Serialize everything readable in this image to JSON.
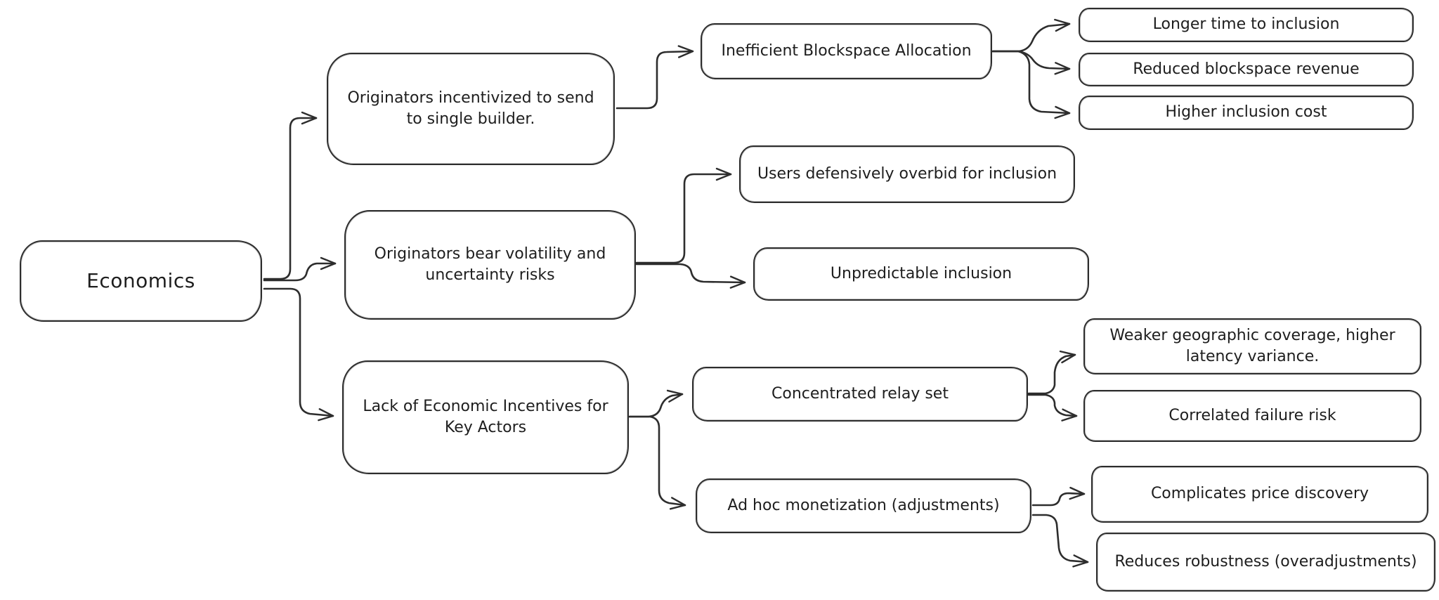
{
  "diagram": {
    "background_color": "#ffffff",
    "stroke_color": "#2d2d2d",
    "text_color": "#1e1e1e",
    "style": "hand-drawn-mindmap",
    "nodes": {
      "root": {
        "label": "Economics"
      },
      "l1_builder": {
        "label": "Originators incentivized to send to single builder."
      },
      "l1_volatility": {
        "label": "Originators bear volatility and uncertainty risks"
      },
      "l1_incentives": {
        "label": "Lack of Economic Incentives for Key Actors"
      },
      "l2_blockspace": {
        "label": "Inefficient Blockspace Allocation"
      },
      "l2_overbid": {
        "label": "Users defensively overbid for inclusion"
      },
      "l2_unpredictable": {
        "label": "Unpredictable inclusion"
      },
      "l2_relay": {
        "label": "Concentrated relay set"
      },
      "l2_adhoc": {
        "label": "Ad hoc monetization (adjustments)"
      },
      "l3_longer_time": {
        "label": "Longer time to inclusion"
      },
      "l3_reduced_revenue": {
        "label": "Reduced blockspace revenue"
      },
      "l3_higher_cost": {
        "label": "Higher inclusion cost"
      },
      "l3_geographic": {
        "label": "Weaker geographic coverage, higher latency variance."
      },
      "l3_correlated": {
        "label": "Correlated failure risk"
      },
      "l3_price_discovery": {
        "label": "Complicates price discovery"
      },
      "l3_robustness": {
        "label": "Reduces robustness (overadjustments)"
      }
    },
    "edges": [
      {
        "from": "root",
        "to": "l1_builder"
      },
      {
        "from": "root",
        "to": "l1_volatility"
      },
      {
        "from": "root",
        "to": "l1_incentives"
      },
      {
        "from": "l1_builder",
        "to": "l2_blockspace"
      },
      {
        "from": "l2_blockspace",
        "to": "l3_longer_time"
      },
      {
        "from": "l2_blockspace",
        "to": "l3_reduced_revenue"
      },
      {
        "from": "l2_blockspace",
        "to": "l3_higher_cost"
      },
      {
        "from": "l1_volatility",
        "to": "l2_overbid"
      },
      {
        "from": "l1_volatility",
        "to": "l2_unpredictable"
      },
      {
        "from": "l1_incentives",
        "to": "l2_relay"
      },
      {
        "from": "l1_incentives",
        "to": "l2_adhoc"
      },
      {
        "from": "l2_relay",
        "to": "l3_geographic"
      },
      {
        "from": "l2_relay",
        "to": "l3_correlated"
      },
      {
        "from": "l2_adhoc",
        "to": "l3_price_discovery"
      },
      {
        "from": "l2_adhoc",
        "to": "l3_robustness"
      }
    ]
  }
}
